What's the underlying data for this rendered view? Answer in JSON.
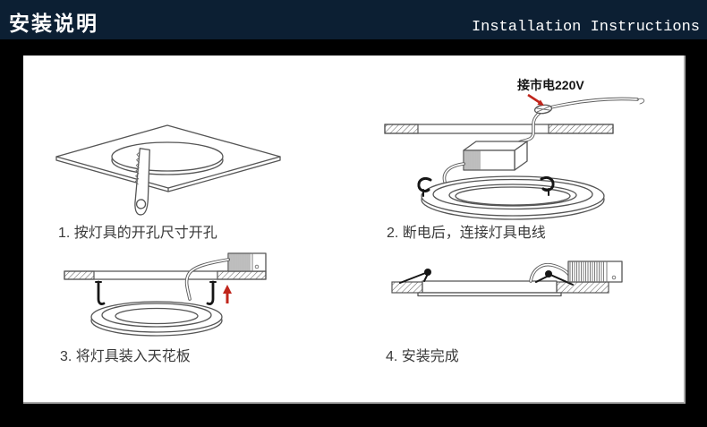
{
  "header": {
    "title_zh": "安装说明",
    "title_en": "Installation Instructions"
  },
  "figure": {
    "steps": [
      {
        "caption": "1. 按灯具的开孔尺寸开孔",
        "illustration": "cut-ceiling-hole"
      },
      {
        "caption": "2. 断电后，连接灯具电线",
        "illustration": "connect-driver-wires",
        "annotation": "接市电220V"
      },
      {
        "caption": "3. 将灯具装入天花板",
        "illustration": "insert-fixture-into-ceiling"
      },
      {
        "caption": "4. 安装完成",
        "illustration": "installation-complete"
      }
    ]
  },
  "colors": {
    "header_bg": "#0c1f33",
    "page_bg": "#000000",
    "panel_bg": "#ffffff",
    "line_art": "#555555",
    "accent_red": "#c0251b",
    "caption_text": "#3a3a3a"
  }
}
